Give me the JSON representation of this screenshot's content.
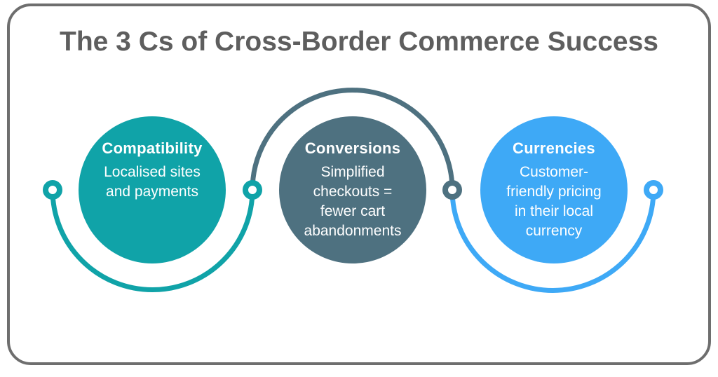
{
  "title": "The 3 Cs of Cross-Border Commerce Success",
  "colors": {
    "background": "#FFFFFF",
    "card_border": "#6E6E6E",
    "title_text": "#5E5E5E",
    "circle_text": "#FFFFFF",
    "teal": "#10A3A8",
    "slate": "#4E7180",
    "blue": "#3EA9F6"
  },
  "circles": [
    {
      "heading": "Compatibility",
      "lines": [
        "Localised sites",
        "and payments"
      ],
      "color": "#10A3A8"
    },
    {
      "heading": "Conversions",
      "lines": [
        "Simplified",
        "checkouts =",
        "fewer cart",
        "abandonments"
      ],
      "color": "#4E7180"
    },
    {
      "heading": "Currencies",
      "lines": [
        "Customer-",
        "friendly pricing",
        "in their local",
        "currency"
      ],
      "color": "#3EA9F6"
    }
  ]
}
